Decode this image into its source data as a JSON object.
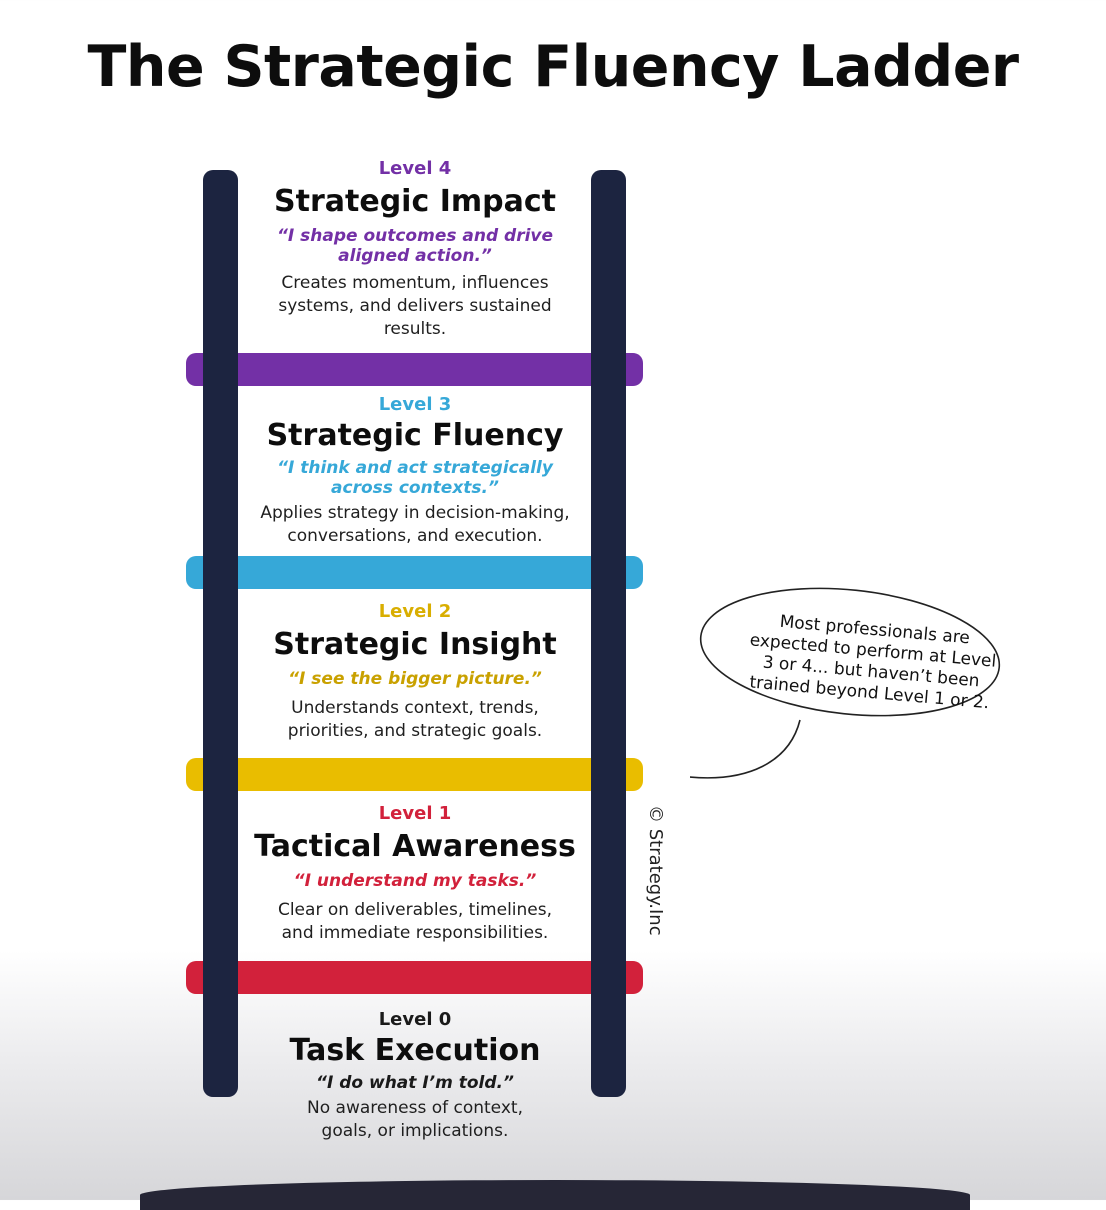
{
  "title": "The Strategic Fluency Ladder",
  "colors": {
    "level4": "#7330a6",
    "level3": "#36a8d8",
    "level2": "#e9bd00",
    "level1": "#d2213b",
    "level0": "#1a1a1a",
    "rail": "#1c2440"
  },
  "levels": [
    {
      "level": "Level 4",
      "name": "Strategic Impact",
      "quote": "“I shape outcomes and drive aligned action.”",
      "description": "Creates momentum, influences\nsystems, and delivers sustained\nresults."
    },
    {
      "level": "Level 3",
      "name": "Strategic Fluency",
      "quote": "“I think and act strategically across contexts.”",
      "description": "Applies strategy in decision-making,\nconversations, and execution."
    },
    {
      "level": "Level 2",
      "name": "Strategic Insight",
      "quote": "“I see the bigger picture.”",
      "description": "Understands context, trends,\npriorities, and strategic goals."
    },
    {
      "level": "Level 1",
      "name": "Tactical Awareness",
      "quote": "“I understand my tasks.”",
      "description": "Clear on deliverables, timelines,\nand immediate responsibilities."
    },
    {
      "level": "Level 0",
      "name": "Task Execution",
      "quote": "“I do what I’m told.”",
      "description": "No awareness of context,\ngoals, or implications."
    }
  ],
  "callout": "Most professionals are\nexpected to perform at Level\n3 or 4... but haven’t been\ntrained beyond Level 1 or 2.",
  "copyright": "© Strategy.Inc"
}
